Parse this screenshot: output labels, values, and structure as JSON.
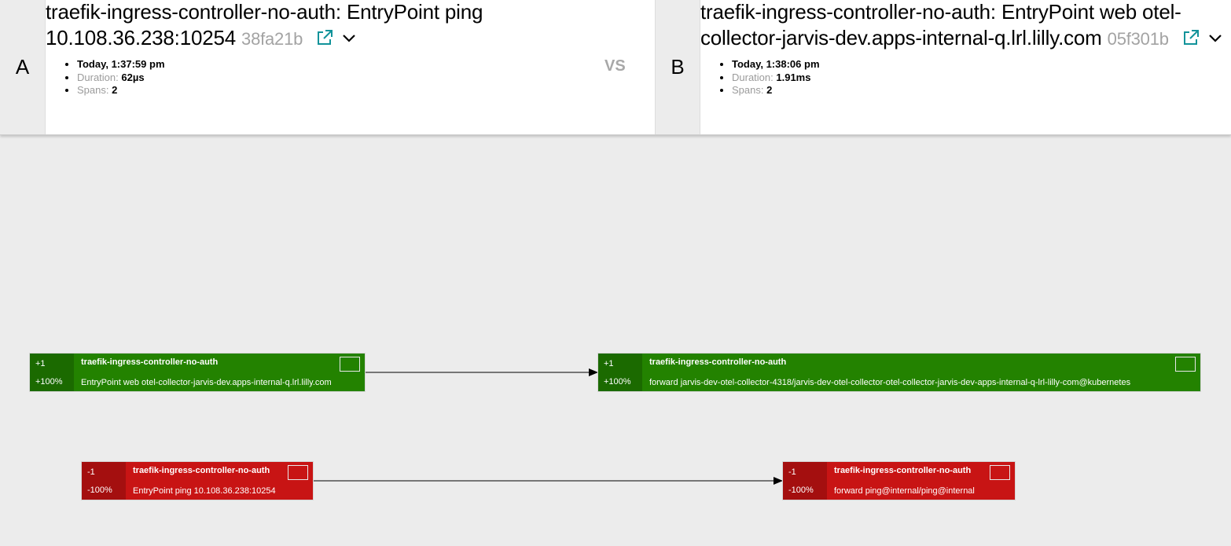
{
  "trace_a": {
    "label": "A",
    "title": "traefik-ingress-controller-no-auth: EntryPoint ping 10.108.36.238:10254",
    "trace_id": "38fa21b",
    "timestamp": "Today, 1:37:59 pm",
    "duration_label": "Duration:",
    "duration": "62µs",
    "spans_label": "Spans:",
    "spans": "2"
  },
  "vs_label": "VS",
  "trace_b": {
    "label": "B",
    "title": "traefik-ingress-controller-no-auth: EntryPoint web otel-collector-jarvis-dev.apps-internal-q.lrl.lilly.com",
    "trace_id": "05f301b",
    "timestamp": "Today, 1:38:06 pm",
    "duration_label": "Duration:",
    "duration": "1.91ms",
    "spans_label": "Spans:",
    "spans": "2"
  },
  "colors": {
    "added": "#238200",
    "added_dark": "#1b6a00",
    "removed": "#c81414",
    "removed_dark": "#a40f0f",
    "link": "#11939a"
  },
  "nodes": [
    {
      "count": "+1",
      "percent": "+100%",
      "service": "traefik-ingress-controller-no-auth",
      "operation": "EntryPoint web otel-collector-jarvis-dev.apps-internal-q.lrl.lilly.com"
    },
    {
      "count": "+1",
      "percent": "+100%",
      "service": "traefik-ingress-controller-no-auth",
      "operation": "forward jarvis-dev-otel-collector-4318/jarvis-dev-otel-collector-otel-collector-jarvis-dev-apps-internal-q-lrl-lilly-com@kubernetes"
    },
    {
      "count": "-1",
      "percent": "-100%",
      "service": "traefik-ingress-controller-no-auth",
      "operation": "EntryPoint ping 10.108.36.238:10254"
    },
    {
      "count": "-1",
      "percent": "-100%",
      "service": "traefik-ingress-controller-no-auth",
      "operation": "forward ping@internal/ping@internal"
    }
  ]
}
